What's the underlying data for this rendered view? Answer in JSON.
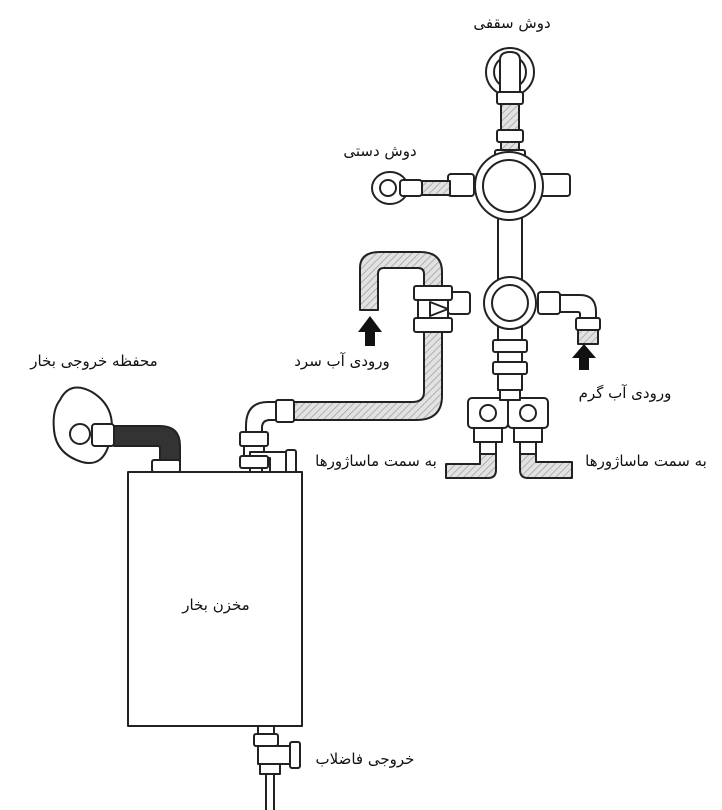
{
  "labels": {
    "ceiling_shower": "دوش سقفی",
    "hand_shower": "دوش دستی",
    "cold_water_inlet": "ورودی آب سرد",
    "hot_water_inlet": "ورودی آب گرم",
    "steam_outlet_cover": "محفظه خروجی بخار",
    "to_massagers_left": "به سمت ماساژورها",
    "to_massagers_right": "به سمت ماساژورها",
    "steam_tank": "مخزن بخار",
    "drain_outlet": "خروجی فاضلاب"
  },
  "colors": {
    "line": "#222222",
    "hose_fill": "#e2e2e2",
    "hose_hatch": "#9a9a9a",
    "steam_hose": "#333333",
    "arrow": "#111111",
    "fill": "#ffffff"
  }
}
